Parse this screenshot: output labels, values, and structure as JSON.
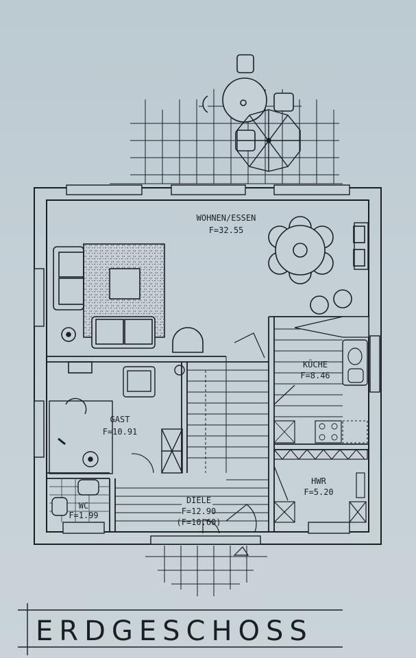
{
  "plan_title": "ERDGESCHOSS",
  "rooms": {
    "wohnen": {
      "name": "WOHNEN/ESSEN",
      "area": "F=32.55"
    },
    "kueche": {
      "name": "KÜCHE",
      "area": "F=8.46"
    },
    "gast": {
      "name": "GAST",
      "area": "F=10.91"
    },
    "wc": {
      "name": "WC",
      "area": "F=1.99"
    },
    "hwr": {
      "name": "HWR",
      "area": "F=5.20"
    },
    "diele": {
      "name": "DIELE",
      "area": "F=12.90",
      "area_alt": "(F=10.60)"
    }
  },
  "colors": {
    "paper": "#c4d0d6",
    "ink": "#1b1f24",
    "hatch": "#7c8a93"
  }
}
